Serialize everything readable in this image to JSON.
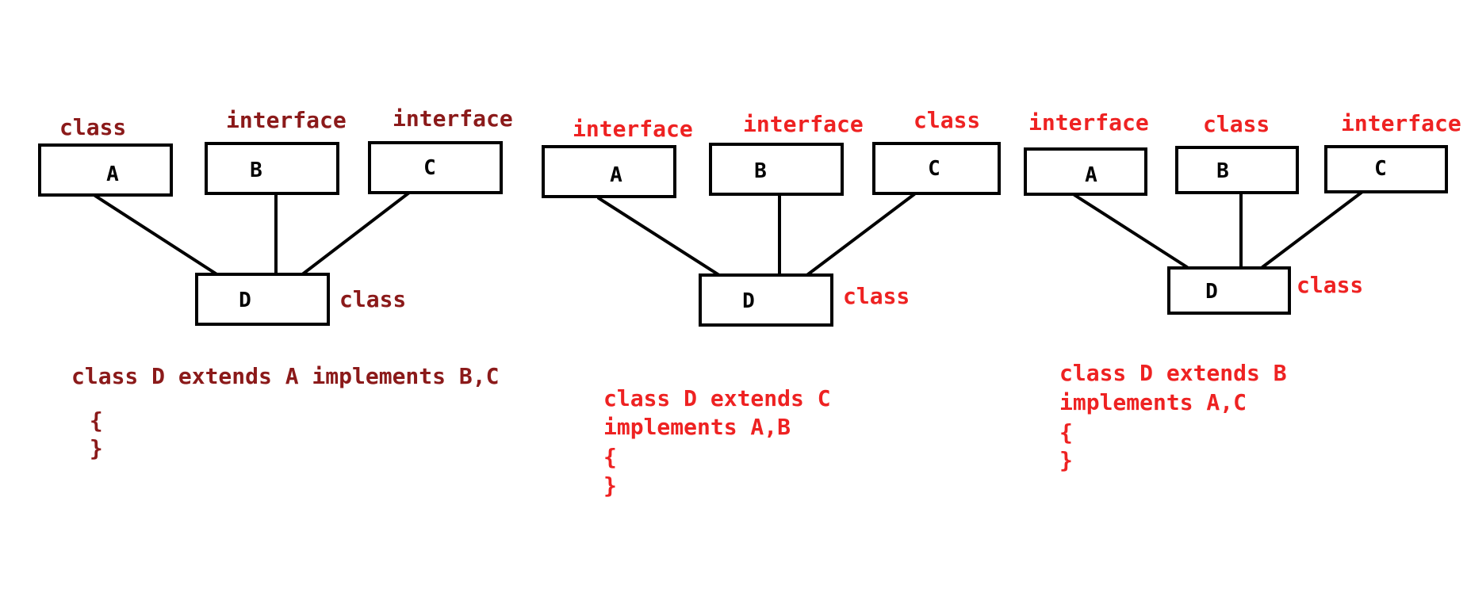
{
  "colors": {
    "dark": "#8b1a1a",
    "bright": "#ee2222",
    "stroke": "#000000"
  },
  "diagrams": [
    {
      "color": "dark",
      "nodes": {
        "A": {
          "label": "A",
          "kind": "class"
        },
        "B": {
          "label": "B",
          "kind": "interface"
        },
        "C": {
          "label": "C",
          "kind": "interface"
        },
        "D": {
          "label": "D",
          "kind": "class"
        }
      },
      "code": [
        "class D extends A implements B,C",
        " {",
        " }"
      ]
    },
    {
      "color": "bright",
      "nodes": {
        "A": {
          "label": "A",
          "kind": "interface"
        },
        "B": {
          "label": "B",
          "kind": "interface"
        },
        "C": {
          "label": "C",
          "kind": "class"
        },
        "D": {
          "label": "D",
          "kind": "class"
        }
      },
      "code": [
        "class D extends C",
        "implements A,B",
        "{",
        "}"
      ]
    },
    {
      "color": "bright",
      "nodes": {
        "A": {
          "label": "A",
          "kind": "interface"
        },
        "B": {
          "label": "B",
          "kind": "class"
        },
        "C": {
          "label": "C",
          "kind": "interface"
        },
        "D": {
          "label": "D",
          "kind": "class"
        }
      },
      "code": [
        "class D extends B",
        "implements A,C",
        "{",
        "}"
      ]
    }
  ]
}
